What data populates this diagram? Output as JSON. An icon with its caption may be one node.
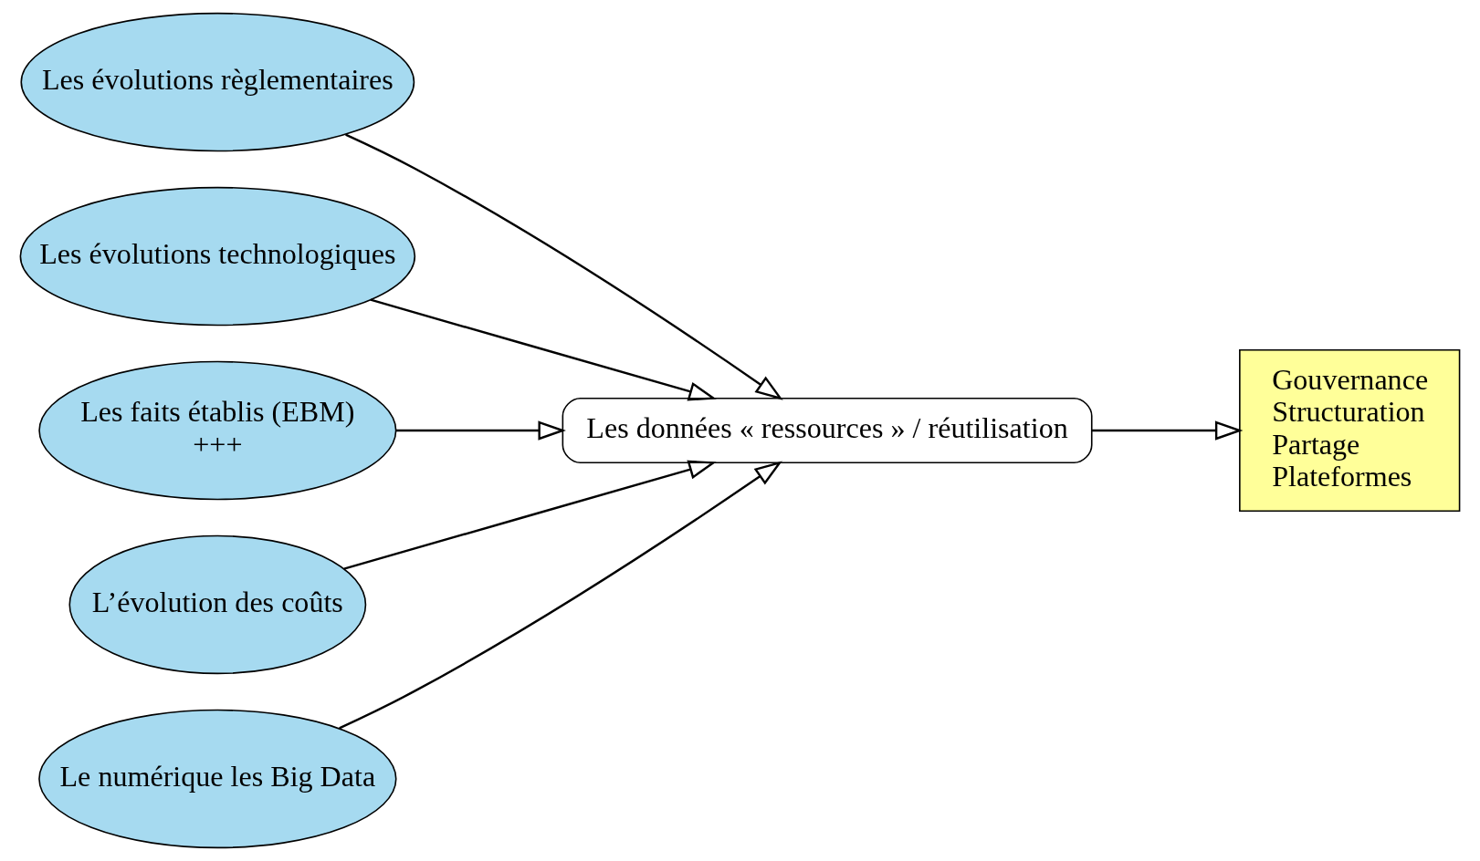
{
  "diagram": {
    "nodes": [
      {
        "text": [
          "Les évolutions règlementaires"
        ]
      },
      {
        "text": [
          "Les évolutions technologiques"
        ]
      },
      {
        "text": [
          "Les faits établis (EBM)",
          "+++"
        ]
      },
      {
        "text": [
          "L’évolution des coûts"
        ]
      },
      {
        "text": [
          "Le numérique les Big Data"
        ]
      },
      {
        "text": [
          "Les données « ressources » / réutilisation"
        ]
      },
      {
        "text": [
          "Gouvernance",
          "Structuration",
          "Partage",
          "Plateformes"
        ]
      }
    ],
    "edges": [
      {
        "from": 0,
        "to": 5,
        "arrow": "to"
      },
      {
        "from": 1,
        "to": 5,
        "arrow": "to"
      },
      {
        "from": 2,
        "to": 5,
        "arrow": "to"
      },
      {
        "from": 3,
        "to": 5,
        "arrow": "to"
      },
      {
        "from": 4,
        "to": 5,
        "arrow": "to"
      },
      {
        "from": 5,
        "to": 6,
        "arrow": "to"
      }
    ]
  }
}
